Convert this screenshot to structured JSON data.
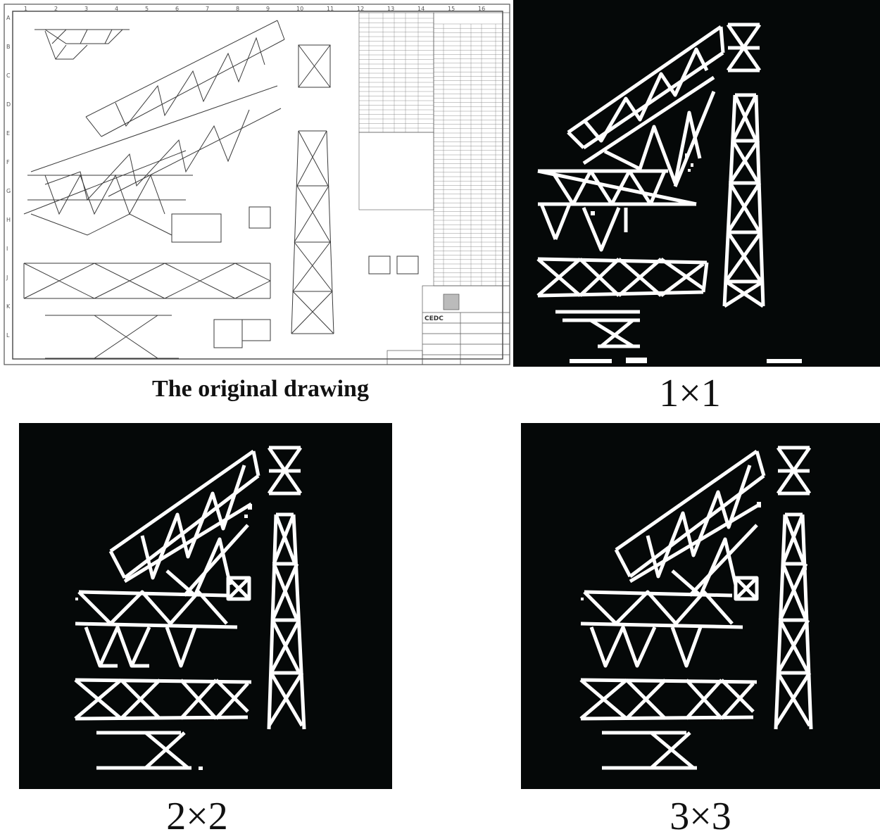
{
  "captions": {
    "original": "The original drawing",
    "k1": "1×1",
    "k2": "2×2",
    "k3": "3×3"
  },
  "drawing": {
    "brand": "CEDC",
    "row_letters": [
      "A",
      "B",
      "C",
      "D",
      "E",
      "F",
      "G",
      "H",
      "I",
      "J",
      "K",
      "L"
    ],
    "col_numbers": [
      "1",
      "2",
      "3",
      "4",
      "5",
      "6",
      "7",
      "8",
      "9",
      "10",
      "11",
      "12",
      "13",
      "14",
      "15",
      "16"
    ]
  },
  "colors": {
    "mask_background": "#050808",
    "mask_foreground": "#ffffff",
    "drawing_lines": "#3a3a3a"
  }
}
